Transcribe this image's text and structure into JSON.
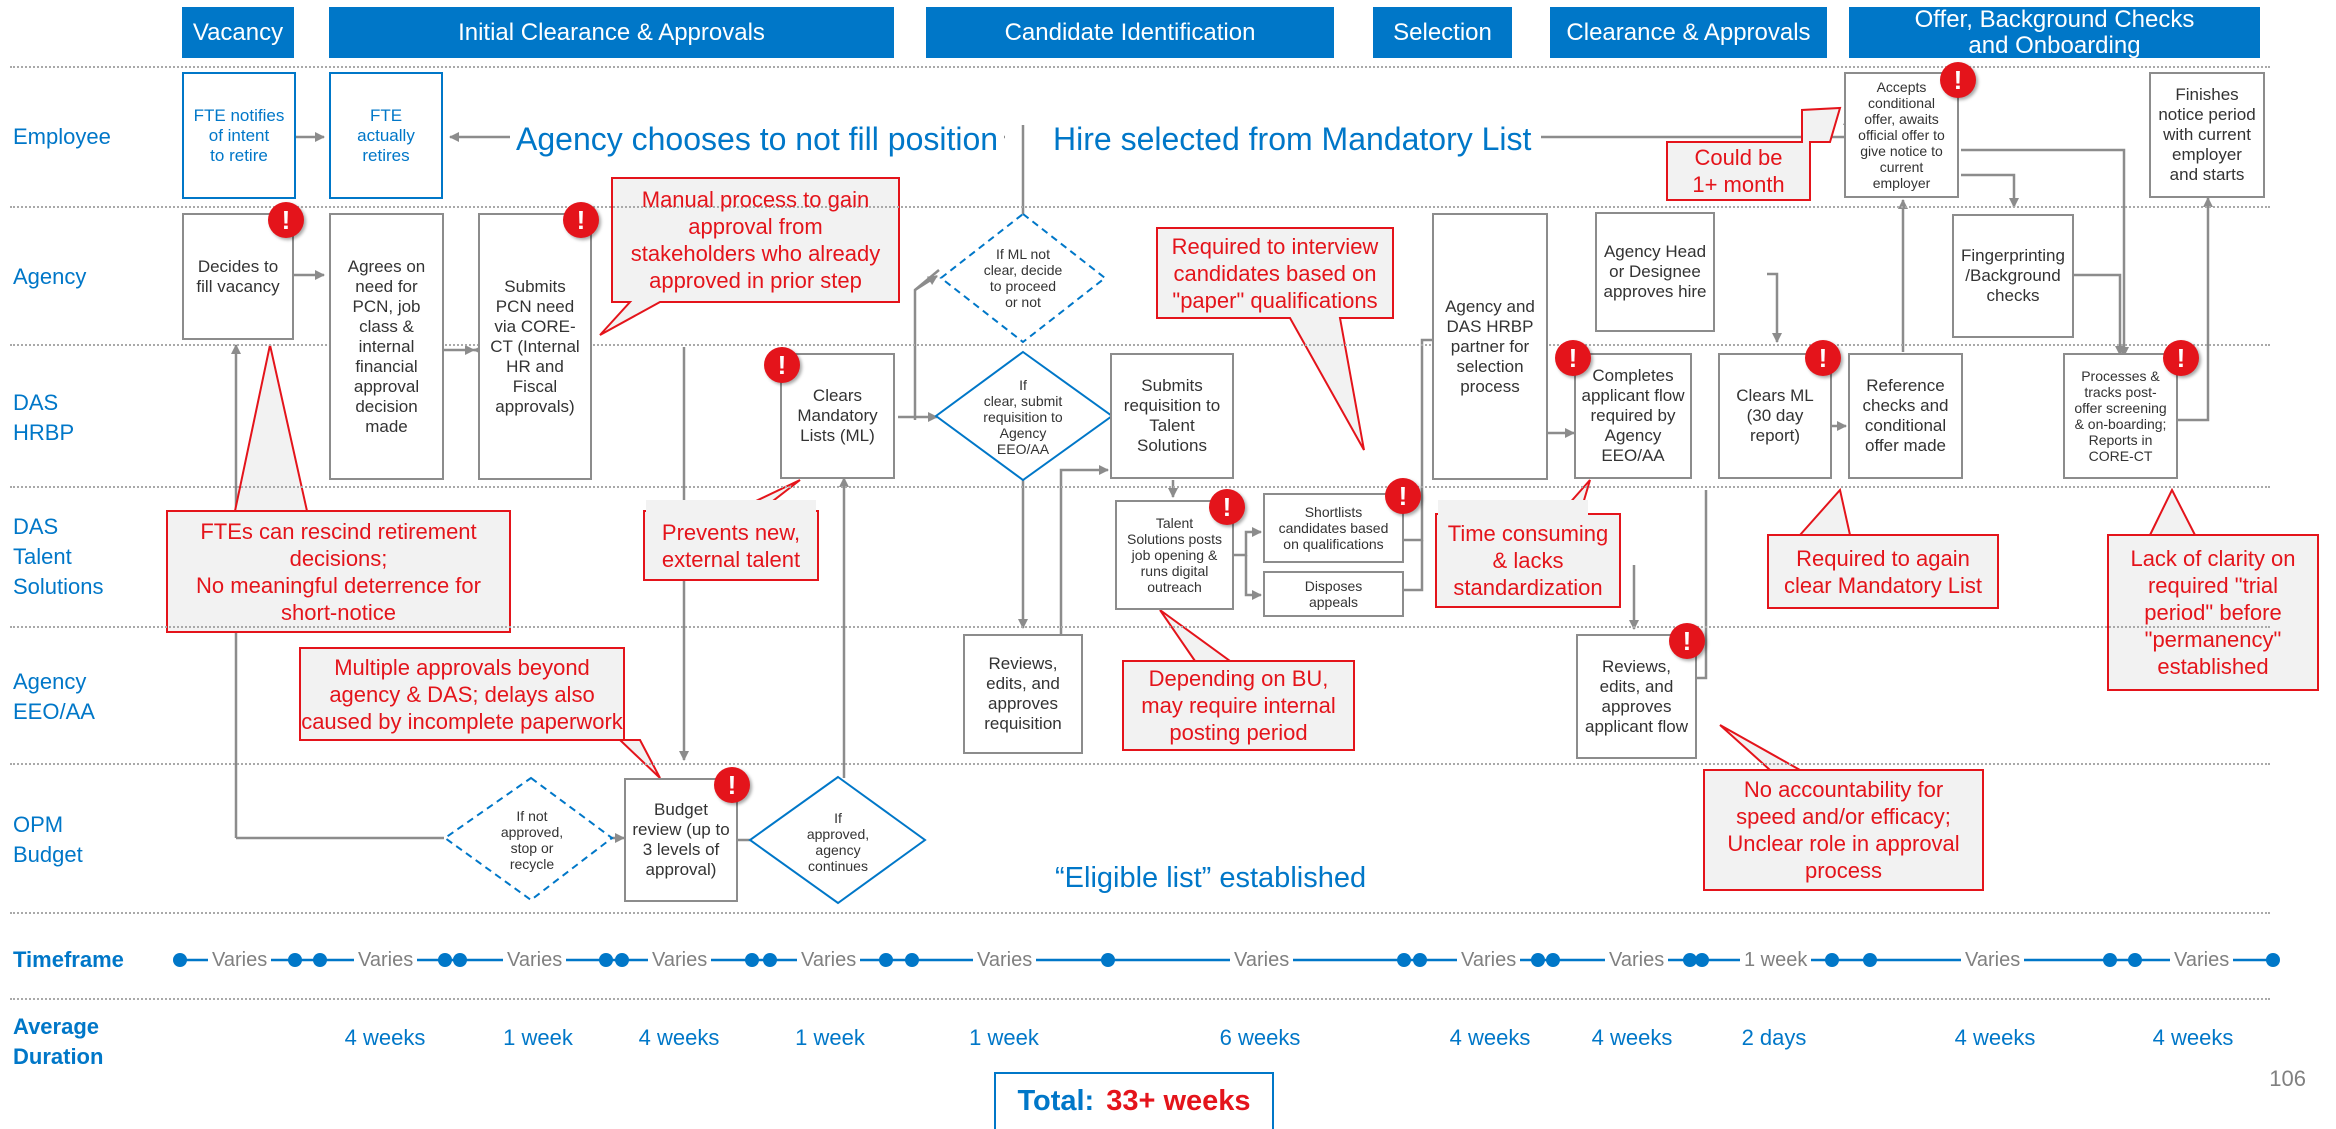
{
  "phases": [
    {
      "label": "Vacancy"
    },
    {
      "label": "Initial Clearance & Approvals"
    },
    {
      "label": "Candidate Identification"
    },
    {
      "label": "Selection"
    },
    {
      "label": "Clearance & Approvals"
    },
    {
      "label": "Offer, Background Checks\nand Onboarding"
    }
  ],
  "lanes": {
    "employee": "Employee",
    "agency": "Agency",
    "das_hrbp": "DAS\nHRBP",
    "das_talent": "DAS\nTalent\nSolutions",
    "agency_eeo": "Agency\nEEO/AA",
    "opm": "OPM\nBudget",
    "timeframe": "Timeframe",
    "avg_duration": "Average\nDuration"
  },
  "boxes": {
    "fte_notifies": "FTE notifies\nof intent\nto retire",
    "fte_retires": "FTE\nactually\nretires",
    "decides": "Decides to\nfill vacancy",
    "agrees": "Agrees on\nneed for\nPCN, job\nclass &\ninternal\nfinancial\napproval\ndecision\nmade",
    "submits_pcn": "Submits\nPCN need\nvia CORE-\nCT (Internal\nHR and\nFiscal\napprovals)",
    "clears_ml": "Clears\nMandatory\nLists (ML)",
    "submits_req": "Submits\nrequisition to\nTalent\nSolutions",
    "talent_posts": "Talent\nSolutions posts\njob opening &\nruns digital\noutreach",
    "shortlists": "Shortlists\ncandidates based\non qualifications",
    "disposes": "Disposes\nappeals",
    "reviews_req": "Reviews,\nedits, and\napproves\nrequisition",
    "agency_das": "Agency and\nDAS HRBP\npartner for\nselection\nprocess",
    "agency_head": "Agency Head\nor Designee\napproves hire",
    "completes_flow": "Completes\napplicant flow\nrequired by\nAgency\nEEO/AA",
    "reviews_flow": "Reviews,\nedits, and\napproves\napplicant flow",
    "clears_ml2": "Clears ML\n(30 day\nreport)",
    "accepts": "Accepts\nconditional\noffer, awaits\nofficial offer to\ngive notice to\ncurrent\nemployer",
    "reference": "Reference\nchecks and\nconditional\noffer made",
    "fingerprinting": "Fingerprinting\n/Background\nchecks",
    "processes": "Processes &\ntracks post-\noffer screening\n& on-boarding;\nReports in\nCORE-CT",
    "finishes": "Finishes\nnotice period\nwith current\nemployer\nand starts",
    "budget_review": "Budget\nreview (up to\n3 levels of\napproval)"
  },
  "diamonds": {
    "if_ml": "If ML not\nclear, decide\nto proceed\nor not",
    "if_clear": "If\nclear, submit\nrequisition to\nAgency\nEEO/AA",
    "if_not_approved": "If not\napproved,\nstop or\nrecycle",
    "if_approved": "If\napproved,\nagency\ncontinues"
  },
  "blue_labels": {
    "not_fill": "Agency chooses to not fill position",
    "hire_selected": "Hire selected from Mandatory List",
    "eligible": "“Eligible list” established"
  },
  "callouts": {
    "manual": "Manual process to gain\napproval from\nstakeholders who already\napproved in prior step",
    "interview": "Required to interview\ncandidates based on\n\"paper\" qualifications",
    "could_be": "Could be\n1+ month",
    "ftes": "FTEs can rescind retirement\ndecisions;\nNo meaningful deterrence for\nshort-notice",
    "prevents": "Prevents new,\nexternal talent",
    "time_consuming": "Time consuming\n& lacks\nstandardization",
    "required_again": "Required to again\nclear Mandatory List",
    "lack_clarity": "Lack of clarity on\nrequired \"trial\nperiod\" before\n\"permanency\"\nestablished",
    "multiple": "Multiple approvals beyond\nagency & DAS; delays also\ncaused by incomplete paperwork",
    "depending": "Depending on BU,\nmay require internal\nposting period",
    "no_account": "No accountability for\nspeed and/or efficacy;\nUnclear role in approval\nprocess"
  },
  "timeframe": [
    "Varies",
    "Varies",
    "Varies",
    "Varies",
    "Varies",
    "Varies",
    "Varies",
    "Varies",
    "Varies",
    "1 week",
    "Varies",
    "Varies"
  ],
  "durations": [
    "4 weeks",
    "1 week",
    "4 weeks",
    "1 week",
    "1 week",
    "6 weeks",
    "4 weeks",
    "4 weeks",
    "2 days",
    "4 weeks",
    "4 weeks"
  ],
  "total": {
    "label": "Total:",
    "value": "33+ weeks"
  },
  "page_number": "106",
  "colors": {
    "blue": "#0077c8",
    "red": "#e4141b",
    "gray": "#8c8c8c",
    "callout_fill": "#f2f2f2"
  },
  "alert_icon": "exclamation-circle-icon"
}
